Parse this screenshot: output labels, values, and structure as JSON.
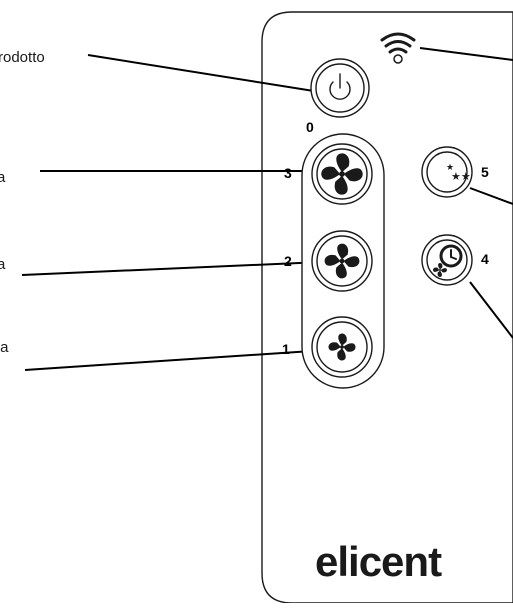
{
  "callouts": {
    "product_label_fragment": "rodotto",
    "speed3_label_fragment": "a",
    "speed2_label_fragment": "a",
    "speed1_label_fragment": "ıa"
  },
  "remote": {
    "brand": "elicent",
    "buttons": {
      "power_number": "0",
      "speed3_number": "3",
      "speed2_number": "2",
      "speed1_number": "1",
      "night_number": "5",
      "timer_number": "4"
    }
  },
  "icons": {
    "signal": "wifi-signal-icon",
    "power": "power-icon",
    "fan": "fan-icon",
    "night": "moon-stars-icon",
    "timer": "clock-fan-icon"
  }
}
